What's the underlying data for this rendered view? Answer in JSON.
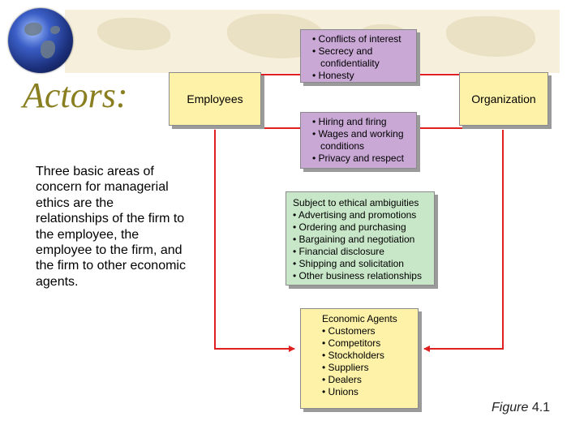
{
  "title": "Actors:",
  "description": "Three basic areas of concern for managerial ethics are the relationships of the firm to the employee, the employee to the firm, and the firm to other economic agents.",
  "employees_label": "Employees",
  "organization_label": "Organization",
  "employee_to_firm": [
    "Conflicts of interest",
    "Secrecy and confidentiality",
    "Honesty"
  ],
  "firm_to_employee": [
    "Hiring and firing",
    "Wages and working conditions",
    "Privacy and respect"
  ],
  "ambiguities": {
    "heading": "Subject to ethical ambiguities",
    "items": [
      "Advertising and promotions",
      "Ordering and purchasing",
      "Bargaining and negotiation",
      "Financial disclosure",
      "Shipping and solicitation",
      "Other business relationships"
    ]
  },
  "economic_agents": {
    "heading": "Economic Agents",
    "items": [
      "Customers",
      "Competitors",
      "Stockholders",
      "Suppliers",
      "Dealers",
      "Unions"
    ]
  },
  "figure_caption": {
    "word": "Figure",
    "number": "4.1"
  },
  "colors": {
    "arrow": "#e02020",
    "title": "#8a7f20",
    "purple_box": "#c9a8d6",
    "green_box": "#c8e6c8",
    "yellow_box": "#fdf2a8"
  }
}
